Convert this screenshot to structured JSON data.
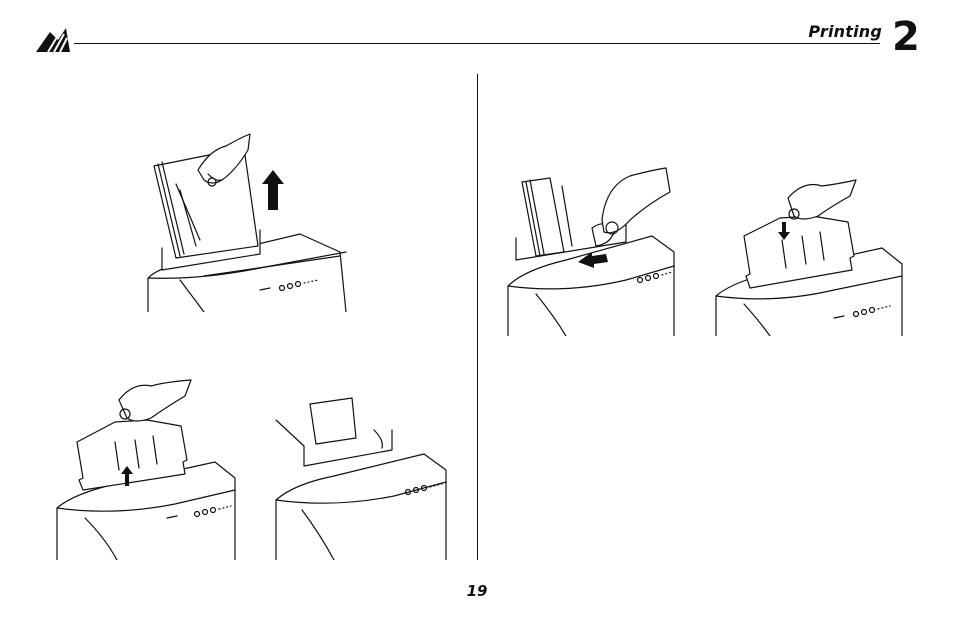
{
  "header": {
    "section_title": "Printing",
    "chapter_number": "2"
  },
  "footer": {
    "page_number": "19"
  },
  "figures": [
    {
      "id": "fan-paper-stack",
      "arrow": "up"
    },
    {
      "id": "raise-paper-support",
      "arrow": "up"
    },
    {
      "id": "paper-support-extended"
    },
    {
      "id": "slide-paper-guide",
      "arrow": "left"
    },
    {
      "id": "lower-paper-support",
      "arrow": "down"
    }
  ]
}
